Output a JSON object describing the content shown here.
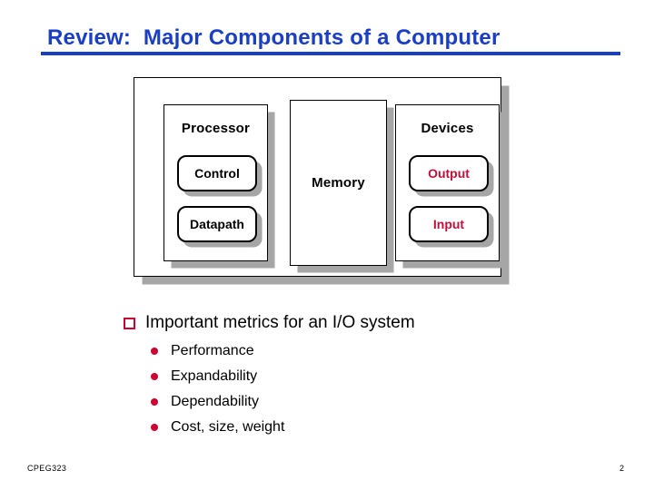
{
  "slide": {
    "title": "Review:  Major Components of a Computer",
    "title_color": "#1A3FC4"
  },
  "diagram": {
    "columns": [
      {
        "heading": "Processor",
        "items": [
          {
            "label": "Control",
            "color": "#000000"
          },
          {
            "label": "Datapath",
            "color": "#000000"
          }
        ]
      },
      {
        "heading": "Memory",
        "items": []
      },
      {
        "heading": "Devices",
        "items": [
          {
            "label": "Output",
            "color": "#C0103A"
          },
          {
            "label": "Input",
            "color": "#C0103A"
          }
        ]
      }
    ]
  },
  "bullets": {
    "main": "Important metrics for an I/O system",
    "main_marker": "hollow-square-bullet",
    "sub_marker": "filled-circle-bullet",
    "sub": [
      "Performance",
      "Expandability",
      "Dependability",
      "Cost, size, weight"
    ]
  },
  "footer": {
    "course": "CPEG323",
    "page": "2"
  },
  "colors": {
    "title_blue": "#1A3FC4",
    "bullet_red": "#CC0033",
    "device_text_red": "#C0103A",
    "shadow_gray": "#A6A6A6"
  }
}
